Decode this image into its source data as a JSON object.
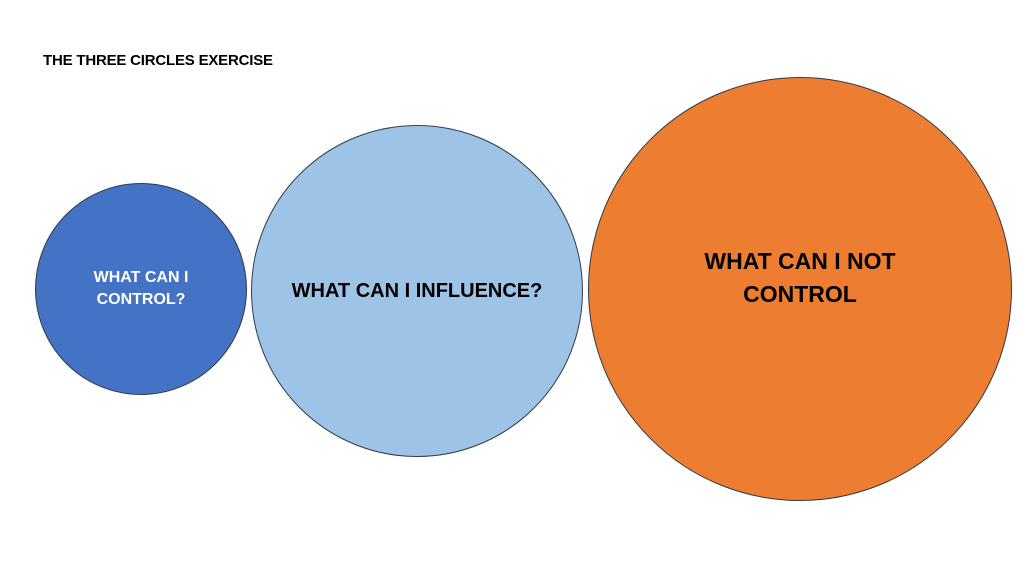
{
  "slide": {
    "title": "THE THREE CIRCLES EXERCISE"
  },
  "circles": [
    {
      "label": "WHAT CAN I CONTROL?",
      "color": "#4472c4"
    },
    {
      "label": "WHAT CAN I INFLUENCE?",
      "color": "#9dc3e6"
    },
    {
      "label": "WHAT CAN I NOT CONTROL",
      "color": "#ed7d31"
    }
  ]
}
